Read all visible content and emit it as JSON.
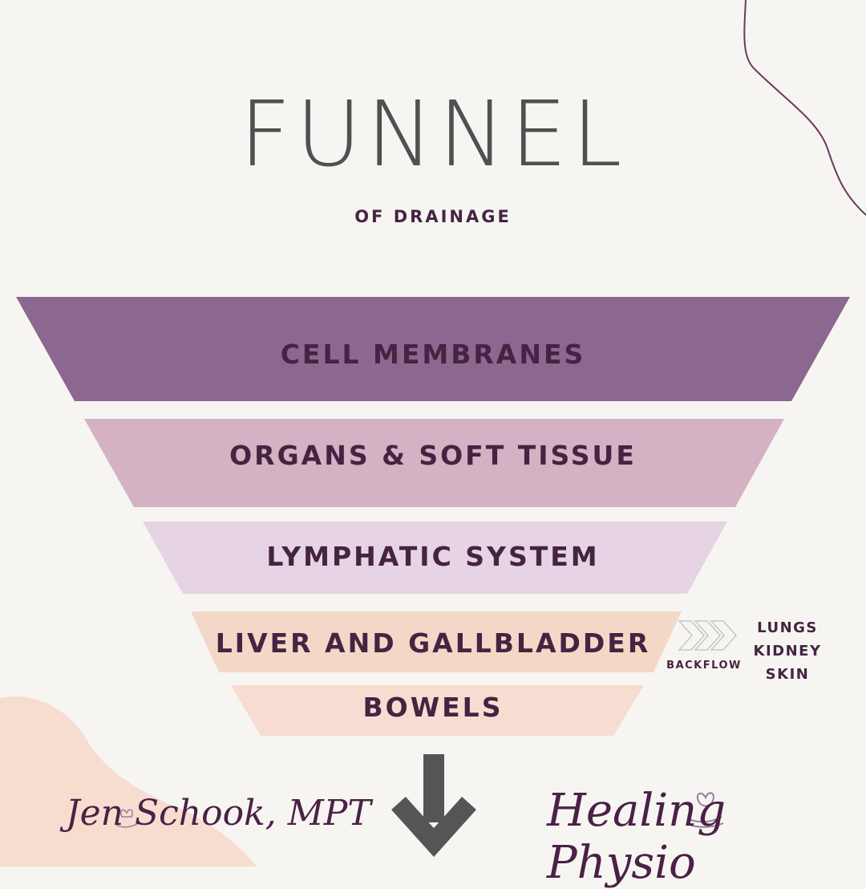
{
  "title": "FUNNEL",
  "subtitle": "OF DRAINAGE",
  "funnel": {
    "tiers": [
      {
        "label": "CELL MEMBRANES",
        "color": "#8c6790"
      },
      {
        "label": "ORGANS & SOFT TISSUE",
        "color": "#d4b1c3"
      },
      {
        "label": "LYMPHATIC SYSTEM",
        "color": "#e6d3e4"
      },
      {
        "label": "LIVER AND GALLBLADDER",
        "color": "#f3d8c8"
      },
      {
        "label": "BOWELS",
        "color": "#f7dcd1"
      }
    ]
  },
  "backflow": {
    "label": "BACKFLOW",
    "organs": [
      "LUNGS",
      "KIDNEY",
      "SKIN"
    ]
  },
  "footer": {
    "author": "Jen Schook, MPT",
    "brand": "Healing Physio"
  },
  "icons": [
    "chevron-arrows-icon",
    "down-arrow-icon",
    "butterfly-hands-icon"
  ],
  "colors": {
    "background": "#f7f5f2",
    "text_dark": "#452442",
    "title_gray": "#4f5052",
    "arrow_gray": "#555555",
    "blob_peach": "#f7ddd0",
    "line_plum": "#6b3a5b"
  }
}
